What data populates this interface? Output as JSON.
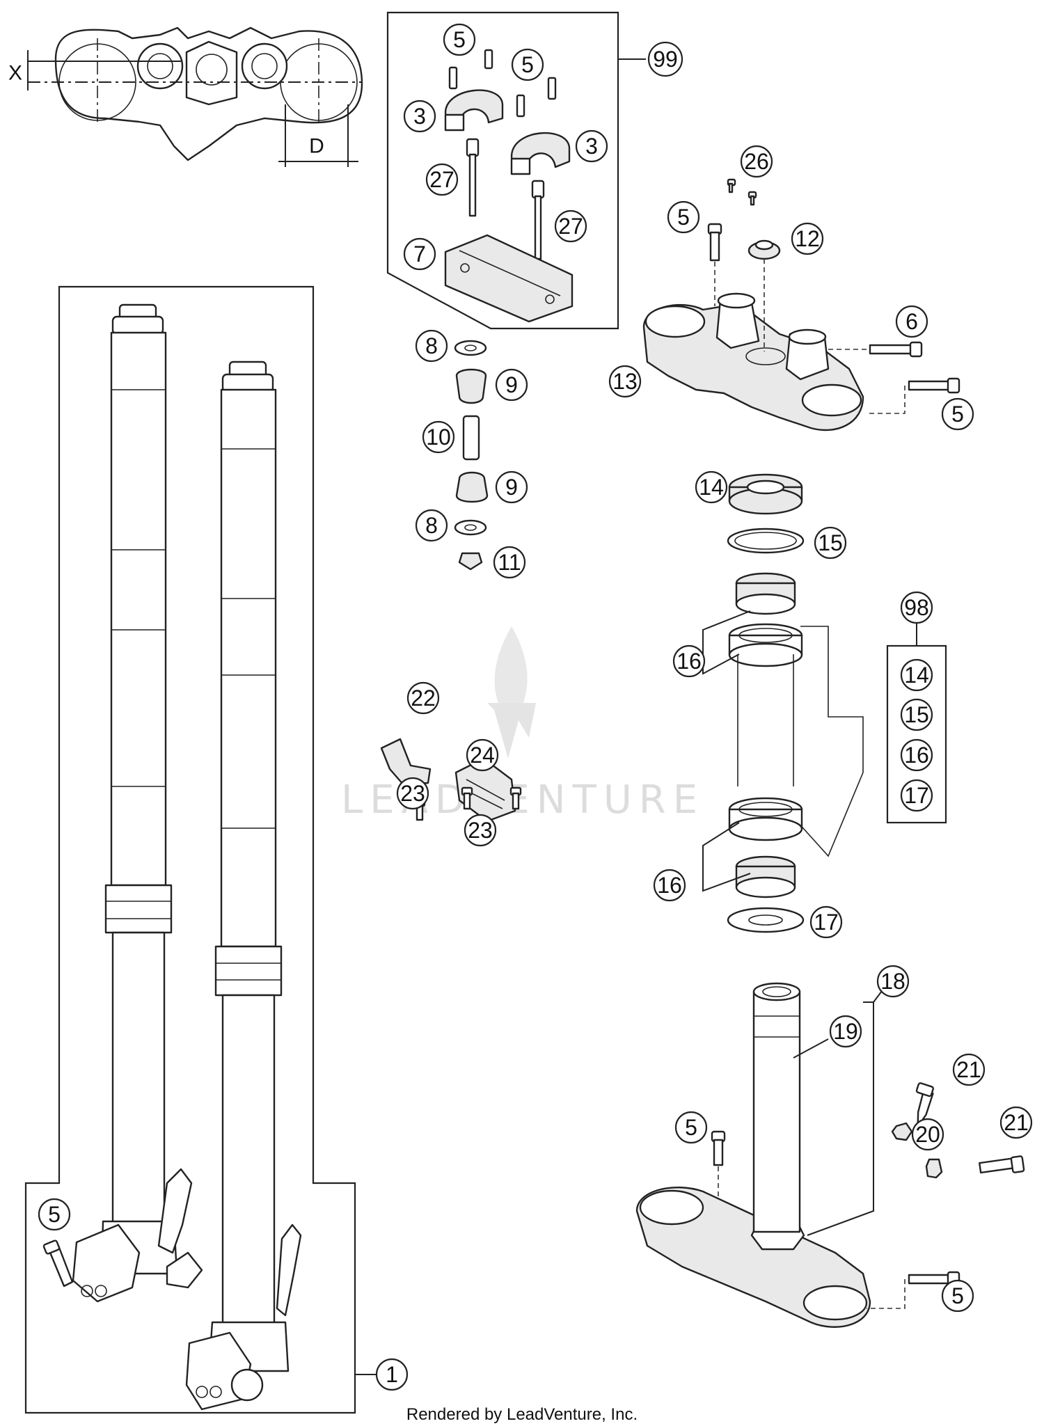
{
  "watermark": "LEADVENTURE",
  "footer": "Rendered by LeadVenture, Inc.",
  "dimensions": {
    "x": "X",
    "d": "D"
  },
  "callouts": {
    "c1": "1",
    "c3a": "3",
    "c3b": "3",
    "c5a": "5",
    "c5b": "5",
    "c5c": "5",
    "c5d": "5",
    "c5e": "5",
    "c5f": "5",
    "c5g": "5",
    "c6": "6",
    "c7": "7",
    "c8a": "8",
    "c8b": "8",
    "c9a": "9",
    "c9b": "9",
    "c10": "10",
    "c11": "11",
    "c12": "12",
    "c13": "13",
    "c14a": "14",
    "c14b": "14",
    "c15a": "15",
    "c15b": "15",
    "c16a": "16",
    "c16b": "16",
    "c16c": "16",
    "c17a": "17",
    "c17b": "17",
    "c18": "18",
    "c19": "19",
    "c20": "20",
    "c21a": "21",
    "c21b": "21",
    "c22": "22",
    "c23a": "23",
    "c23b": "23",
    "c24": "24",
    "c26": "26",
    "c27a": "27",
    "c27b": "27",
    "c98": "98",
    "c99": "99"
  }
}
